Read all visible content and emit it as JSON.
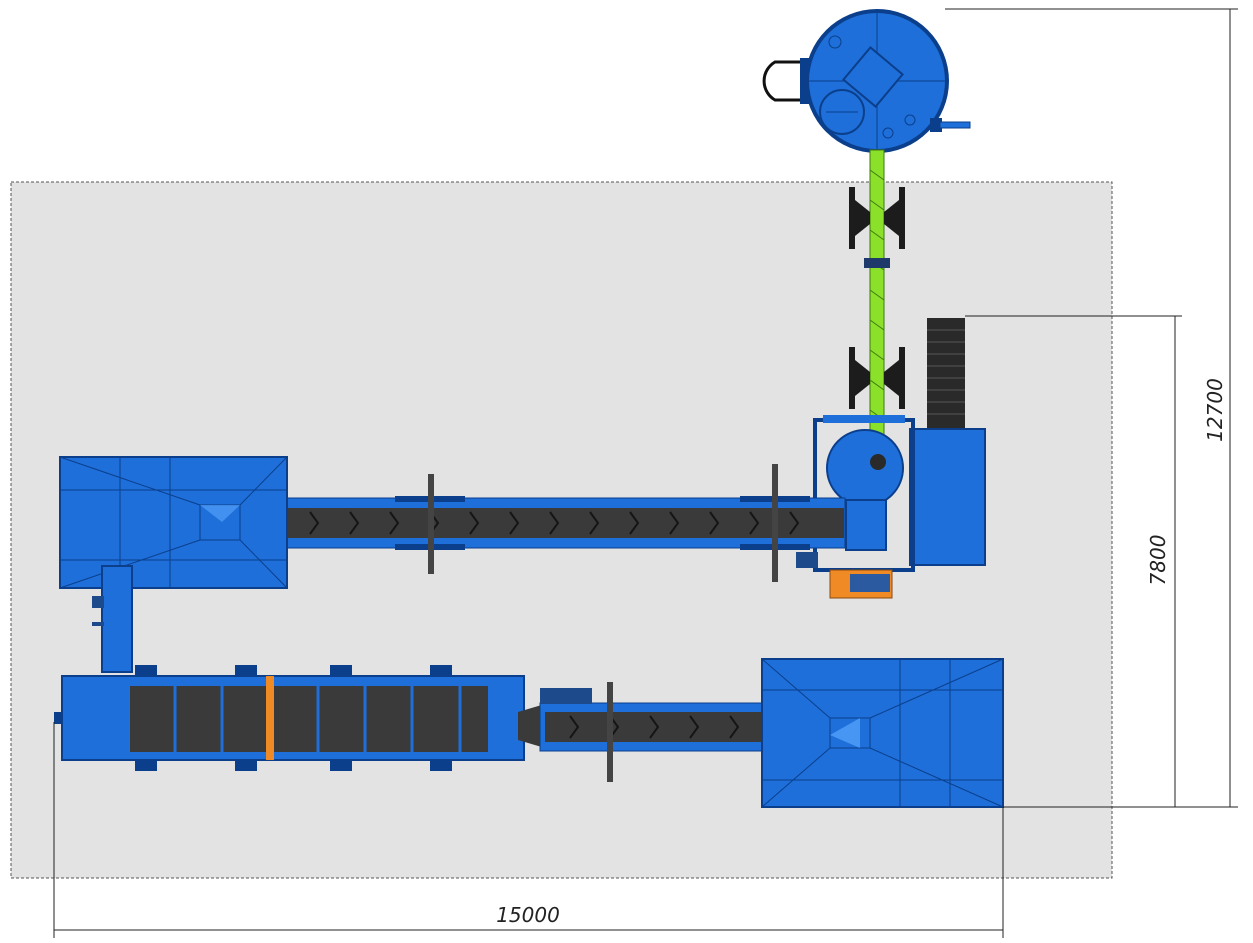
{
  "dimensions": {
    "overall_length": "12700",
    "conveyor_length": "7800",
    "overall_width": "15000"
  },
  "colors": {
    "background": "#ffffff",
    "floor_slab": "#e3e3e3",
    "equipment_blue": "#1e6fd9",
    "equipment_blue_dark": "#0b3f8c",
    "belt": "#3a3a3a",
    "screw_conveyor": "#8be02a",
    "motor_orange": "#f08a24",
    "dimension_line": "#222222"
  },
  "components": [
    {
      "name": "round-silo",
      "icon": "tank-icon"
    },
    {
      "name": "screw-conveyor",
      "icon": "screw-icon"
    },
    {
      "name": "receiving-hopper-left",
      "icon": "hopper-icon"
    },
    {
      "name": "receiving-hopper-right",
      "icon": "hopper-icon"
    },
    {
      "name": "belt-conveyor-upper",
      "icon": "conveyor-icon"
    },
    {
      "name": "belt-conveyor-lower",
      "icon": "conveyor-icon"
    },
    {
      "name": "rotary-drum",
      "icon": "drum-icon"
    },
    {
      "name": "control-cabinet",
      "icon": "cabinet-icon"
    }
  ]
}
